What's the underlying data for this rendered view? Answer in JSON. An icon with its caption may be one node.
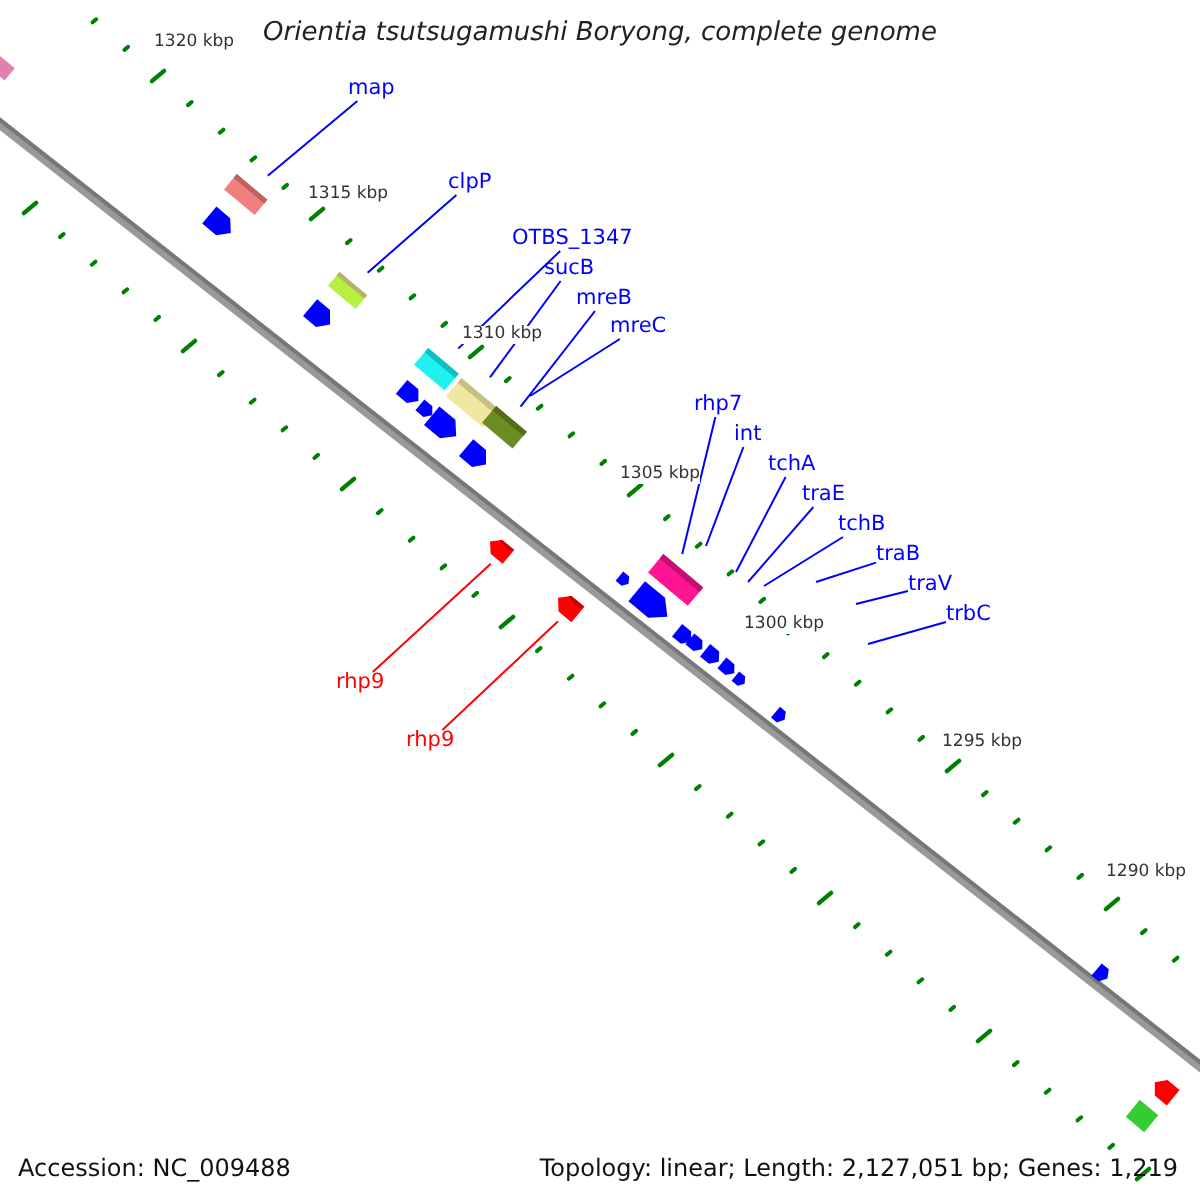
{
  "diagram": {
    "title": "Orientia tsutsugamushi Boryong, complete genome",
    "nodes": [
      {
        "text": [
          "map"
        ]
      },
      {
        "text": [],
        "shape": "box"
      },
      {
        "text": [
          "clpP"
        ]
      },
      {
        "text": [],
        "shape": "box"
      },
      {
        "text": [
          "OTBS_1347"
        ]
      },
      {
        "text": [],
        "shape": "box"
      },
      {
        "text": [
          "sucB"
        ]
      },
      {
        "text": [],
        "shape": "box"
      },
      {
        "text": [
          "mreB"
        ]
      },
      {
        "text": [],
        "shape": "box"
      },
      {
        "text": [
          "mreC"
        ]
      },
      {
        "text": [
          "rhp7"
        ]
      },
      {
        "text": [],
        "shape": "box"
      },
      {
        "text": [
          "int"
        ]
      },
      {
        "text": [
          "tchA"
        ]
      },
      {
        "text": [
          "traE"
        ]
      },
      {
        "text": [
          "tchB"
        ]
      },
      {
        "text": [
          "traB"
        ]
      },
      {
        "text": [
          "traV"
        ]
      },
      {
        "text": [
          "trbC"
        ]
      },
      {
        "text": [
          "rhp9"
        ]
      },
      {
        "text": [],
        "shape": "pentagon"
      },
      {
        "text": [
          "rhp9"
        ]
      },
      {
        "text": [],
        "shape": "pentagon"
      }
    ],
    "edges": [
      {
        "from": 0,
        "to": 1,
        "arrow": "none"
      },
      {
        "from": 2,
        "to": 3,
        "arrow": "none"
      },
      {
        "from": 4,
        "to": 5,
        "arrow": "none"
      },
      {
        "from": 6,
        "to": 7,
        "arrow": "none"
      },
      {
        "from": 8,
        "to": 9,
        "arrow": "none"
      },
      {
        "from": 10,
        "to": null,
        "arrow": "none"
      },
      {
        "from": 11,
        "to": 12,
        "arrow": "none"
      },
      {
        "from": 13,
        "to": null,
        "arrow": "none"
      },
      {
        "from": 14,
        "to": null,
        "arrow": "none"
      },
      {
        "from": 15,
        "to": null,
        "arrow": "none"
      },
      {
        "from": 16,
        "to": null,
        "arrow": "none"
      },
      {
        "from": 17,
        "to": null,
        "arrow": "none"
      },
      {
        "from": 18,
        "to": null,
        "arrow": "none"
      },
      {
        "from": 19,
        "to": null,
        "arrow": "none"
      },
      {
        "from": 20,
        "to": 21,
        "arrow": "none",
        "color": "#ff0000"
      },
      {
        "from": 22,
        "to": 23,
        "arrow": "none",
        "color": "#ff0000"
      }
    ],
    "labels": [
      "1320 kbp",
      "1315 kbp",
      "1310 kbp",
      "1305 kbp",
      "1300 kbp",
      "1295 kbp",
      "1290 kbp",
      "Accession: NC_009488",
      "Topology: linear; Length: 2,127,051 bp; Genes: 1,219"
    ]
  }
}
